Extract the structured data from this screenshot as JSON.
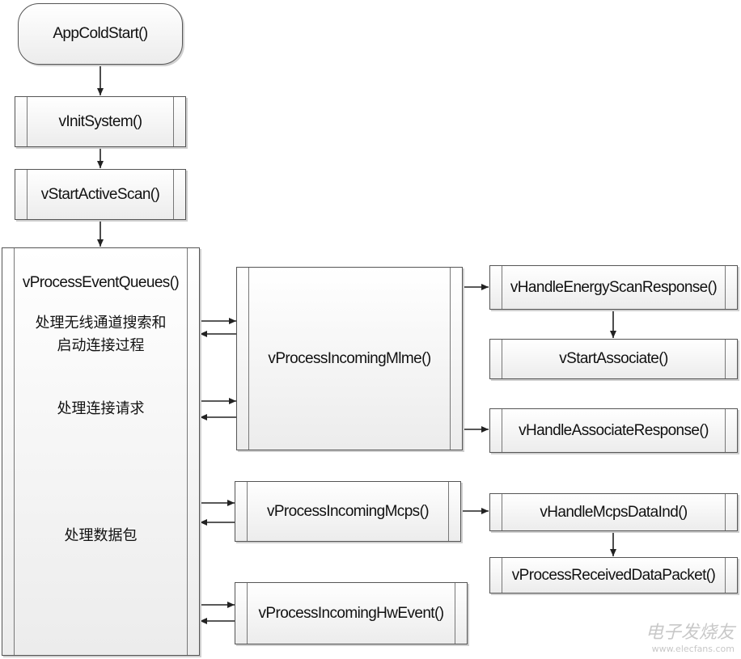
{
  "nodes": {
    "app_cold_start": "AppColdStart()",
    "init_system": "vInitSystem()",
    "start_active_scan": "vStartActiveScan()",
    "process_event_queues": "vProcessEventQueues()",
    "process_incoming_mlme": "vProcessIncomingMlme()",
    "process_incoming_mcps": "vProcessIncomingMcps()",
    "process_incoming_hw_event": "vProcessIncomingHwEvent()",
    "handle_energy_scan_response": "vHandleEnergyScanResponse()",
    "start_associate": "vStartAssociate()",
    "handle_associate_response": "vHandleAssociateResponse()",
    "handle_mcps_data_ind": "vHandleMcpsDataInd()",
    "process_received_data_packet": "vProcessReceivedDataPacket()"
  },
  "annotations": {
    "channel_search_line1": "处理无线通道搜索和",
    "channel_search_line2": "启动连接过程",
    "connection_request": "处理连接请求",
    "data_packet": "处理数据包"
  },
  "watermark": {
    "brand": "电子发烧友",
    "url": "www.elecfans.com"
  }
}
